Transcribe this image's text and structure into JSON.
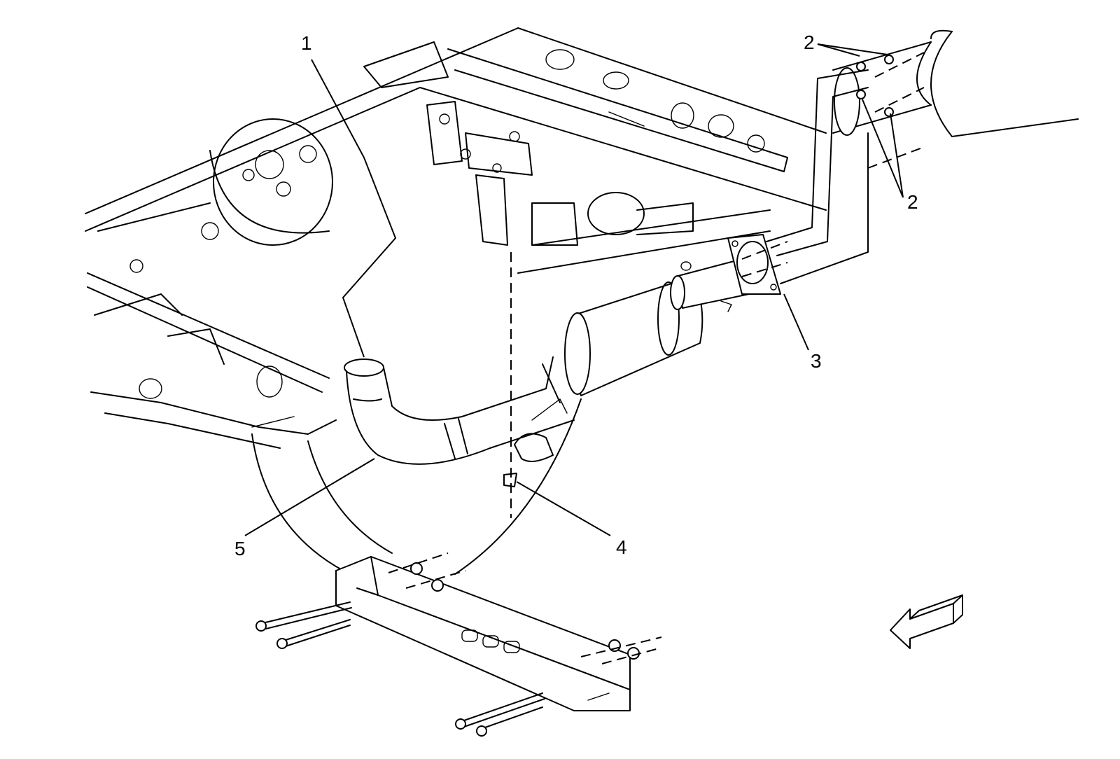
{
  "callouts": {
    "c1": "1",
    "c2a": "2",
    "c2b": "2",
    "c3": "3",
    "c4": "4",
    "c5": "5"
  },
  "colors": {
    "line": "#000000",
    "background": "#ffffff"
  },
  "icons": {
    "direction": "front-direction-arrow-icon"
  }
}
